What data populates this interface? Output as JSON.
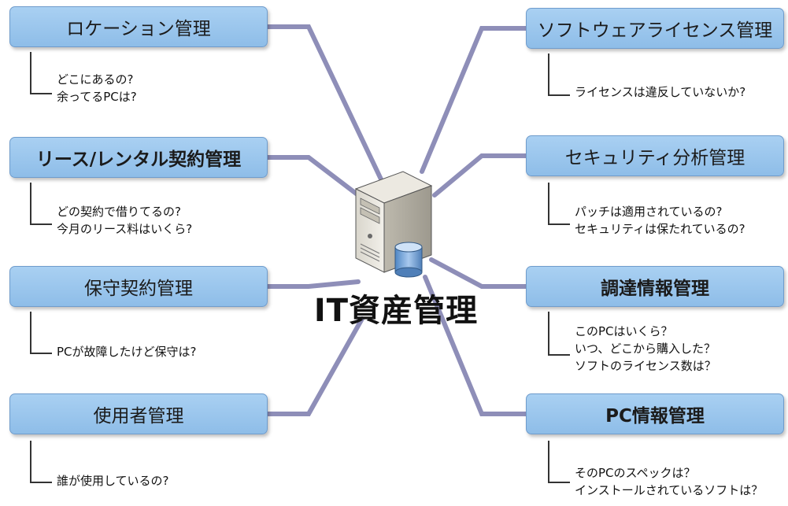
{
  "center": {
    "title": "IT資産管理",
    "icon": "server-database-icon"
  },
  "left_nodes": [
    {
      "label": "ロケーション管理",
      "details": [
        "どこにあるの?",
        "余ってるPCは?"
      ]
    },
    {
      "label": "リース/レンタル契約管理",
      "details": [
        "どの契約で借りてるの?",
        "今月のリース料はいくら?"
      ]
    },
    {
      "label": "保守契約管理",
      "details": [
        "PCが故障したけど保守は?"
      ]
    },
    {
      "label": "使用者管理",
      "details": [
        "誰が使用しているの?"
      ]
    }
  ],
  "right_nodes": [
    {
      "label": "ソフトウェアライセンス管理",
      "details": [
        "ライセンスは違反していないか?"
      ]
    },
    {
      "label": "セキュリティ分析管理",
      "details": [
        "パッチは適用されているの?",
        "セキュリティは保たれているの?"
      ]
    },
    {
      "label": "調達情報管理",
      "details": [
        "このPCはいくら？",
        "いつ、どこから購入した？",
        "ソフトのライセンス数は？"
      ]
    },
    {
      "label": "PC情報管理",
      "details": [
        "そのPCのスペックは？",
        "インストールされているソフトは？"
      ]
    }
  ],
  "colors": {
    "node_fill": "#9fc8ee",
    "node_border": "#6f9ccc",
    "connector": "#8e8eb8"
  }
}
